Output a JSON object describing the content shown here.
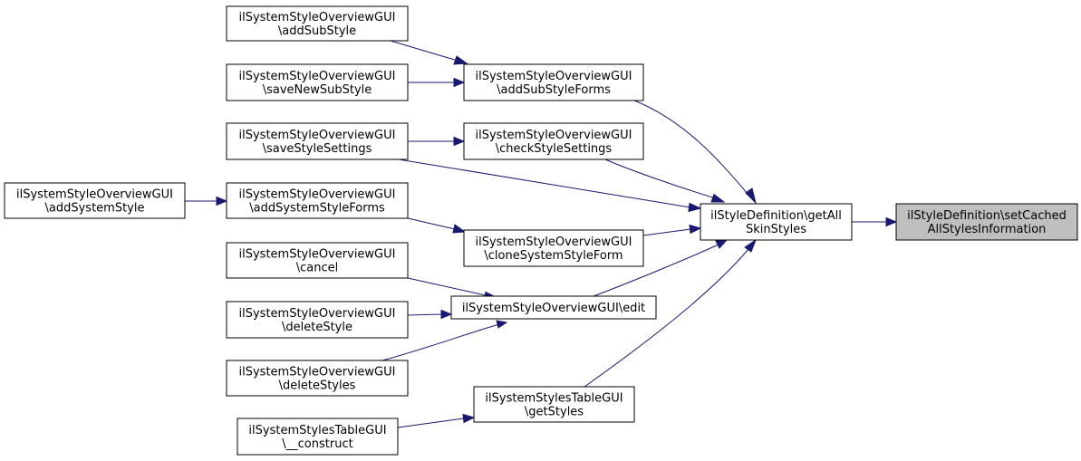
{
  "colors": {
    "edge": "#191970",
    "node_border": "#000000",
    "node_fill": "#ffffff",
    "highlight_fill": "#bfbfbf"
  },
  "nodes": {
    "setCached": [
      "ilStyleDefinition\\setCached",
      "AllStylesInformation"
    ],
    "getAll": [
      "ilStyleDefinition\\getAll",
      "SkinStyles"
    ],
    "addSubStyle": [
      "ilSystemStyleOverviewGUI",
      "\\addSubStyle"
    ],
    "saveNewSubStyle": [
      "ilSystemStyleOverviewGUI",
      "\\saveNewSubStyle"
    ],
    "addSubStyleForms": [
      "ilSystemStyleOverviewGUI",
      "\\addSubStyleForms"
    ],
    "saveStyleSettings": [
      "ilSystemStyleOverviewGUI",
      "\\saveStyleSettings"
    ],
    "checkStyleSettings": [
      "ilSystemStyleOverviewGUI",
      "\\checkStyleSettings"
    ],
    "addSystemStyle": [
      "ilSystemStyleOverviewGUI",
      "\\addSystemStyle"
    ],
    "addSystemStyleForms": [
      "ilSystemStyleOverviewGUI",
      "\\addSystemStyleForms"
    ],
    "cloneSystemStyleForm": [
      "ilSystemStyleOverviewGUI",
      "\\cloneSystemStyleForm"
    ],
    "cancel": [
      "ilSystemStyleOverviewGUI",
      "\\cancel"
    ],
    "edit": [
      "ilSystemStyleOverviewGUI\\edit"
    ],
    "deleteStyle": [
      "ilSystemStyleOverviewGUI",
      "\\deleteStyle"
    ],
    "deleteStyles": [
      "ilSystemStyleOverviewGUI",
      "\\deleteStyles"
    ],
    "getStyles": [
      "ilSystemStylesTableGUI",
      "\\getStyles"
    ],
    "construct": [
      "ilSystemStylesTableGUI",
      "\\__construct"
    ]
  }
}
